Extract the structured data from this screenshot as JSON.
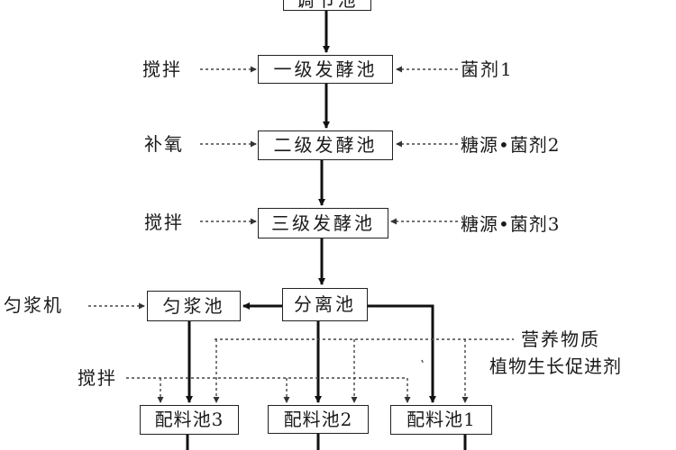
{
  "nodes": {
    "top": "调节池",
    "ferment1": "一级发酵池",
    "ferment2": "二级发酵池",
    "ferment3": "三级发酵池",
    "separation": "分离池",
    "homogenize": "匀浆池",
    "mix3": "配料池3",
    "mix2": "配料池2",
    "mix1": "配料池1"
  },
  "inputs": {
    "stir1": "搅拌",
    "bacteria1": "菌剂1",
    "oxygen": "补氧",
    "sugar_bacteria2": "糖源•菌剂2",
    "stir3": "搅拌",
    "sugar_bacteria3": "糖源•菌剂3",
    "homogenizer": "匀浆机",
    "nutrients": "营养物质",
    "growth_promoter": "植物生长促进剂",
    "stir_bottom": "搅拌"
  }
}
